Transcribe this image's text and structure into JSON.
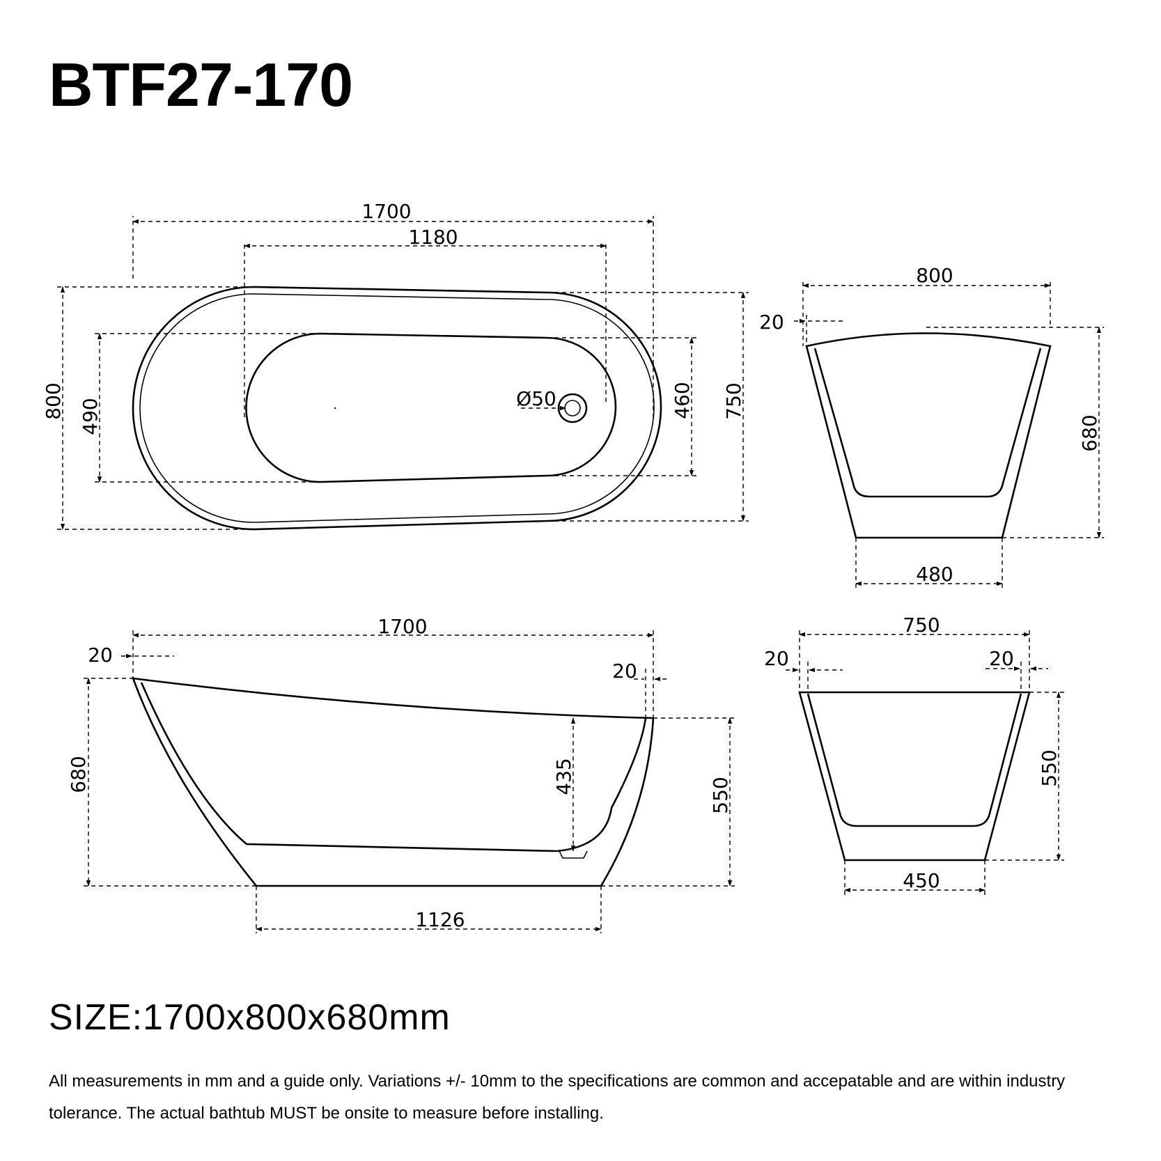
{
  "title": "BTF27-170",
  "size_line": "SIZE:1700x800x680mm",
  "note": "All measurements in mm and a guide only. Variations +/- 10mm to the specifications are common and accepatable and are within industry tolerance. The actual bathtub MUST be onsite to measure before installing.",
  "views": {
    "top": {
      "overall_length": "1700",
      "inner_length": "1180",
      "overall_width": "800",
      "inner_width_left": "490",
      "inner_width_right": "460",
      "width_right": "750",
      "drain_diameter": "Ø50"
    },
    "end_right": {
      "top_width": "800",
      "rim": "20",
      "height": "680",
      "base_width": "480"
    },
    "side": {
      "overall_length": "1700",
      "rim_left": "20",
      "rim_right": "20",
      "height": "680",
      "inner_depth": "435",
      "height_right": "550",
      "base_length": "1126"
    },
    "end_left": {
      "top_width": "750",
      "rim_left": "20",
      "rim_right": "20",
      "height": "550",
      "base_width": "450"
    }
  }
}
